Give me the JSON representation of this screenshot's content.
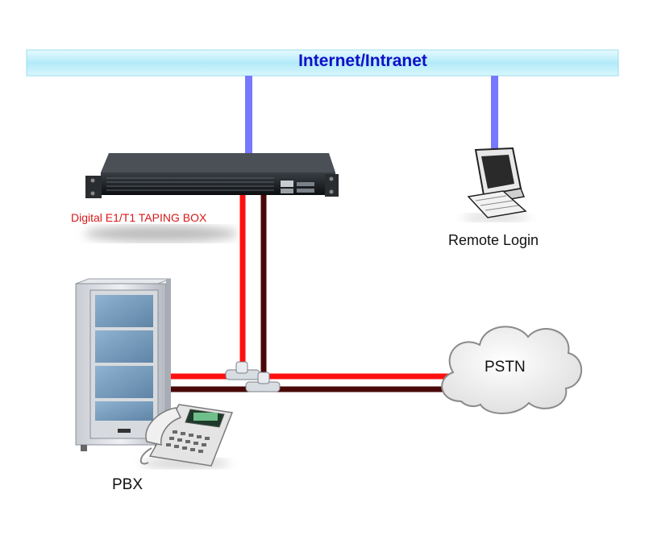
{
  "network": {
    "label": "Internet/Intranet"
  },
  "taping_box": {
    "label": "Digital E1/T1 TAPING BOX"
  },
  "remote": {
    "label": "Remote Login"
  },
  "pstn": {
    "label": "PSTN"
  },
  "pbx": {
    "label": "PBX"
  },
  "colors": {
    "network_bar": "#bfeefa",
    "ethernet_link": "#7777ff",
    "e1_line_red": "#ff1010",
    "e1_line_dark": "#4a0808",
    "label_blue": "#1010c8",
    "label_red": "#d81818"
  }
}
